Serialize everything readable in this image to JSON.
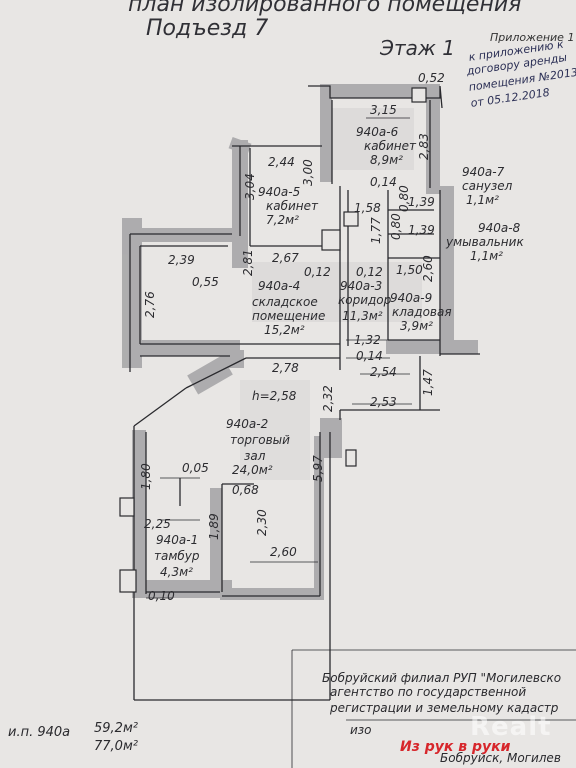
{
  "header": {
    "title_line1": "план изолированного помещения",
    "title_line2": "Подъезд 7",
    "floor": "Этаж 1",
    "appendix": "Приложение 1",
    "handwritten_line1": "к приложению к",
    "handwritten_line2": "договору аренды",
    "handwritten_line3": "помещения №2013",
    "handwritten_line4": "от 05.12.2018"
  },
  "rooms": {
    "r6": {
      "code": "940а-6",
      "name": "кабинет",
      "area": "8,9м²"
    },
    "r5": {
      "code": "940а-5",
      "name": "кабинет",
      "area": "7,2м²"
    },
    "r7": {
      "code": "940а-7",
      "name": "санузел",
      "area": "1,1м²"
    },
    "r8": {
      "code": "940а-8",
      "name": "умывальник",
      "area": "1,1м²"
    },
    "r4": {
      "code": "940а-4",
      "name1": "складское",
      "name2": "помещение",
      "area": "15,2м²"
    },
    "r3": {
      "code": "940а-3",
      "name": "коридор",
      "area": "11,3м²"
    },
    "r9": {
      "code": "940а-9",
      "name": "кладовая",
      "area": "3,9м²"
    },
    "r2": {
      "code": "940а-2",
      "name1": "торговый",
      "name2": "зал",
      "area": "24,0м²"
    },
    "r1": {
      "code": "940а-1",
      "name": "тамбур",
      "area": "4,3м²"
    }
  },
  "dims": {
    "d052": "0,52",
    "d315": "3,15",
    "d283": "2,83",
    "d244": "2,44",
    "d300": "3,00",
    "d304": "3,04",
    "d014a": "0,14",
    "d158": "1,58",
    "d139a": "1,39",
    "d139b": "1,39",
    "d080": "0,80",
    "d080b": "0,80",
    "d177": "1,77",
    "d239": "2,39",
    "d281": "2,81",
    "d267": "2,67",
    "d012a": "0,12",
    "d012b": "0,12",
    "d150": "1,50",
    "d260": "2,60",
    "d276": "2,76",
    "d055": "0,55",
    "d132": "1,32",
    "d014b": "0,14",
    "d278": "2,78",
    "d254": "2,54",
    "d147": "1,47",
    "d253": "2,53",
    "h": "h=2,58",
    "d232": "2,32",
    "d597": "5,97",
    "d180": "1,80",
    "d005": "0,05",
    "d068": "0,68",
    "d225": "2,25",
    "d189": "1,89",
    "d230": "2,30",
    "d260b": "2,60",
    "d010": "0,10"
  },
  "totals": {
    "label": "и.п. 940а",
    "area1": "59,2м²",
    "area2": "77,0м²"
  },
  "stamp": {
    "line1": "Бобруйский филиал РУП \"Могилевско",
    "line2": "агентство по государственной",
    "line3": "регистрации и земельному кадастр",
    "line4": "изо",
    "line5": "Бобруйск, Могилев"
  },
  "watermark": {
    "text": "Realt",
    "brand": "Из рук в руки"
  },
  "colors": {
    "paper": "#e8e6e4",
    "wall_fill": "#9a9a9c",
    "line": "#2a2a2e"
  }
}
